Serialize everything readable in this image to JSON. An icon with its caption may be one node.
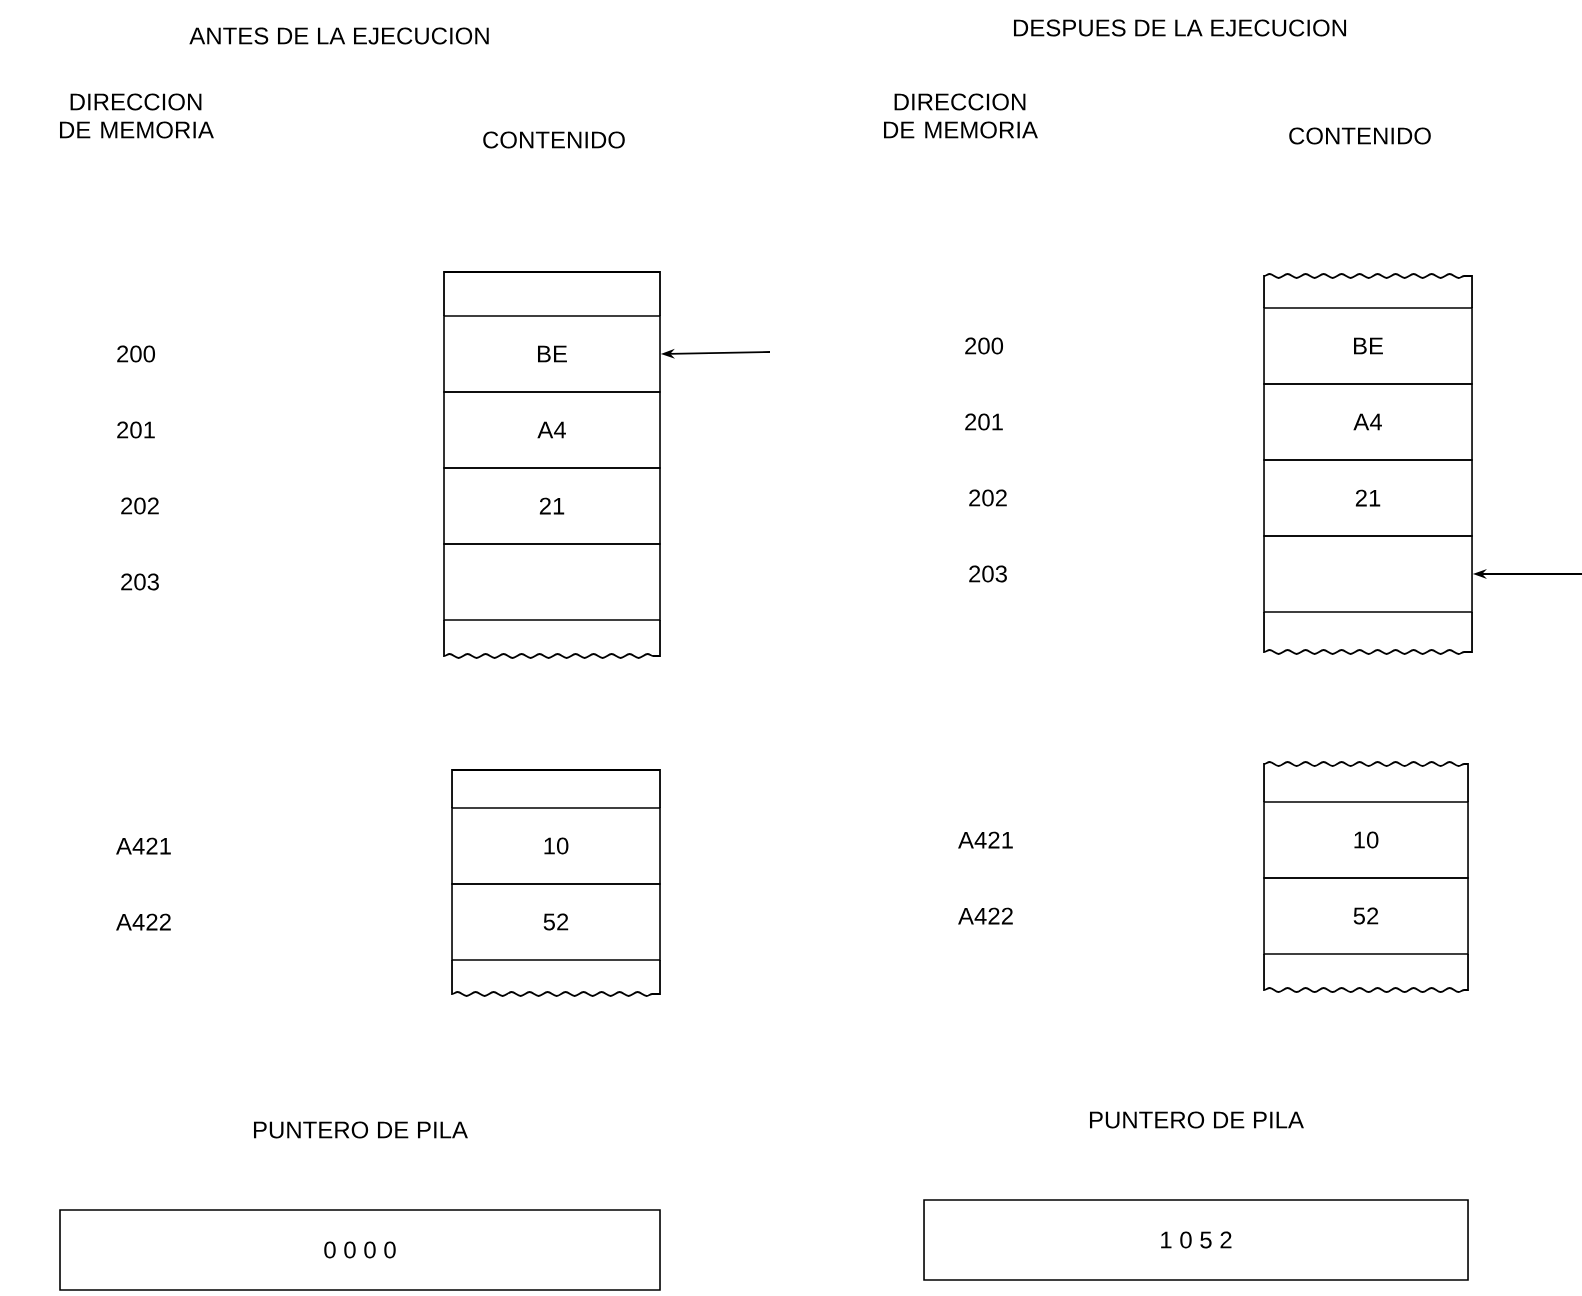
{
  "diagram": {
    "nodes": [
      {
        "text": [
          "BE"
        ]
      },
      {
        "text": [
          "A4"
        ]
      },
      {
        "text": [
          "21"
        ]
      },
      {
        "text": [],
        "shape": "box"
      },
      {
        "text": [
          "10"
        ]
      },
      {
        "text": [
          "52"
        ]
      },
      {
        "text": [
          "PUNTERO DE PILA",
          "0 0 0 0"
        ]
      },
      {
        "text": [
          "BE"
        ]
      },
      {
        "text": [
          "A4"
        ]
      },
      {
        "text": [
          "21"
        ]
      },
      {
        "text": [],
        "shape": "box"
      },
      {
        "text": [
          "10"
        ]
      },
      {
        "text": [
          "52"
        ]
      },
      {
        "text": [
          "PUNTERO DE PILA",
          "1 0 5 2"
        ]
      }
    ],
    "edges": [
      {
        "from": null,
        "to": 0,
        "arrow": "to"
      },
      {
        "from": null,
        "to": 10,
        "arrow": "to"
      }
    ],
    "labels": [
      "ANTES DE LA EJECUCION",
      "DESPUES DE LA EJECUCION",
      "DIRECCION DE MEMORIA",
      "CONTENIDO",
      "DIRECCION DE MEMORIA",
      "CONTENIDO",
      "200",
      "200",
      "201",
      "201",
      "202",
      "202",
      "203",
      "203",
      "A421",
      "A421",
      "A422",
      "A422"
    ]
  }
}
